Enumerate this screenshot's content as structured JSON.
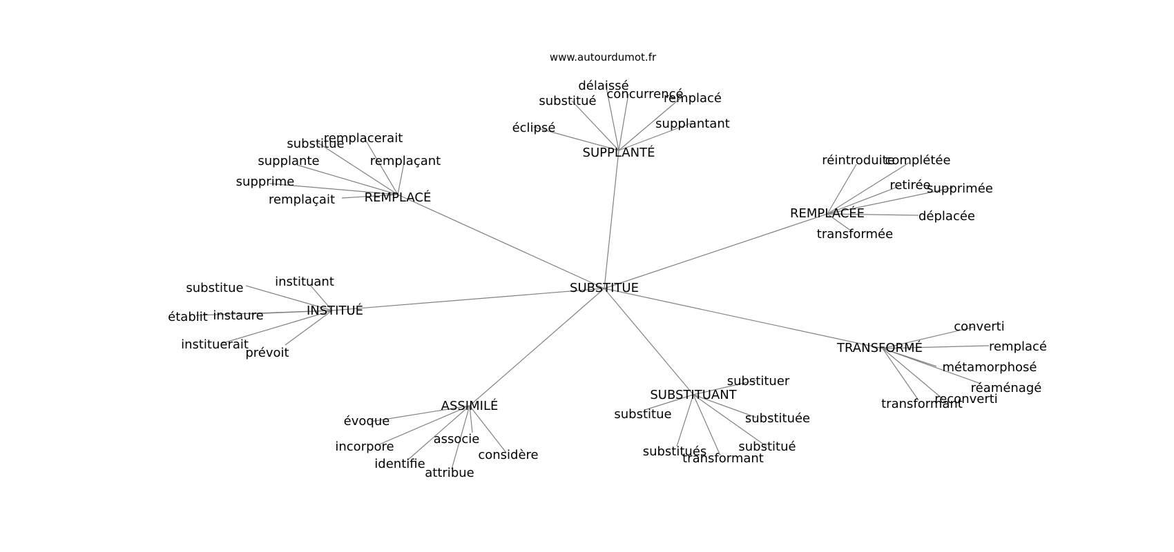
{
  "source": "www.autourdumot.fr",
  "center": "SUBSTITUE",
  "clusters": [
    {
      "hub": "SUPPLANTÉ",
      "leaves": [
        "délaissé",
        "substitué",
        "concurrencé",
        "remplacé",
        "supplantant",
        "éclipsé"
      ]
    },
    {
      "hub": "REMPLACÉ",
      "leaves": [
        "remplacerait",
        "substitue",
        "remplaçant",
        "supplante",
        "supprime",
        "remplaçait"
      ]
    },
    {
      "hub": "REMPLACÉE",
      "leaves": [
        "réintroduite",
        "complétée",
        "retirée",
        "supprimée",
        "déplacée",
        "transformée"
      ]
    },
    {
      "hub": "INSTITUÉ",
      "leaves": [
        "instituant",
        "substitue",
        "établit",
        "instaure",
        "instituerait",
        "prévoit"
      ]
    },
    {
      "hub": "TRANSFORMÉ",
      "leaves": [
        "converti",
        "remplacé",
        "métamorphosé",
        "réaménagé",
        "reconverti",
        "transformant"
      ]
    },
    {
      "hub": "ASSIMILÉ",
      "leaves": [
        "évoque",
        "incorpore",
        "associe",
        "considère",
        "identifie",
        "attribue"
      ]
    },
    {
      "hub": "SUBSTITUANT",
      "leaves": [
        "substituer",
        "substitue",
        "substituée",
        "substitué",
        "substitués",
        "transformant"
      ]
    }
  ]
}
